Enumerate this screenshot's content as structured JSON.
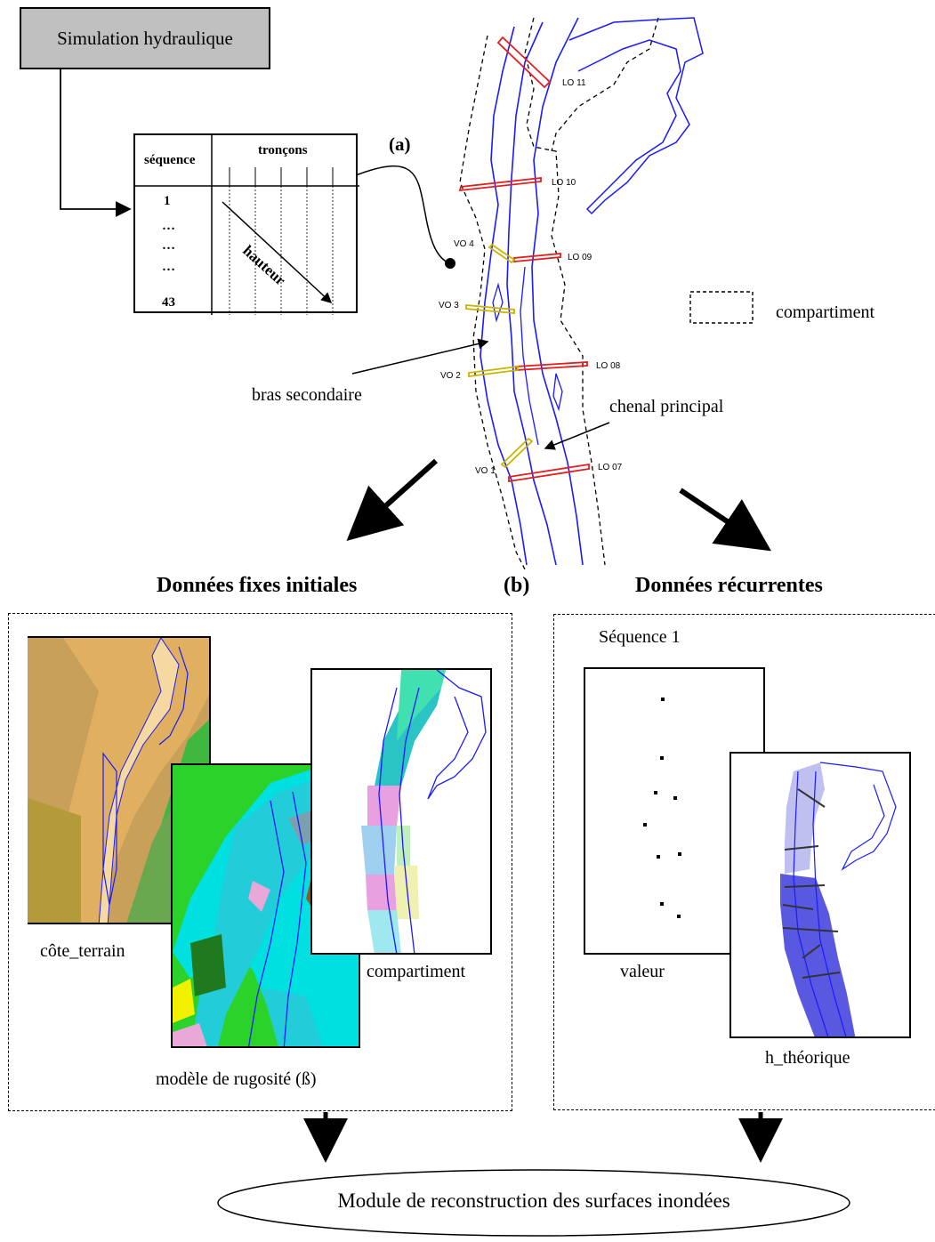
{
  "simulation": {
    "label": "Simulation hydraulique"
  },
  "table": {
    "col_sequence": "séquence",
    "col_troncons": "tronçons",
    "rows": [
      "1",
      "…",
      "…",
      "…",
      "43"
    ],
    "arrow_label": "hauteur"
  },
  "map": {
    "label_a": "(a)",
    "sections_lo": [
      "LO 11",
      "LO 10",
      "LO 09",
      "LO 08",
      "LO 07"
    ],
    "sections_vo": [
      "VO 4",
      "VO 3",
      "VO 2",
      "VO 1"
    ],
    "bras_secondaire": "bras secondaire",
    "chenal_principal": "chenal principal",
    "legend_compartiment": "compartiment"
  },
  "headings": {
    "fixed": "Données fixes initiales",
    "label_b": "(b)",
    "recurrent": "Données récurrentes"
  },
  "fixed_panel": {
    "cote_terrain": "côte_terrain",
    "rugosite": "modèle de rugosité (ß)",
    "compartiment": "compartiment"
  },
  "recurrent_panel": {
    "sequence": "Séquence 1",
    "valeur": "valeur",
    "h_theorique": "h_théorique"
  },
  "module": {
    "label": "Module de reconstruction des surfaces inondées"
  },
  "colors": {
    "river_line": "#1a1aff",
    "section_red": "#e02020",
    "section_yellow": "#e8d000",
    "sim_box": "#c0c0c0",
    "water_dark": "#4a4ae0",
    "water_light": "#b8b8f0"
  }
}
